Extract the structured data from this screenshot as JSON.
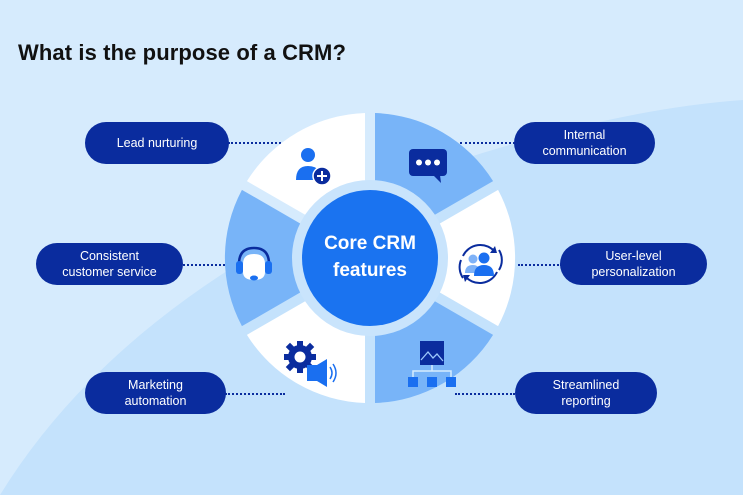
{
  "title": "What is the purpose of a CRM?",
  "center": {
    "label_line1": "Core CRM",
    "label_line2": "features"
  },
  "colors": {
    "background": "#d6ebfd",
    "background_curve": "#c4e2fc",
    "pill": "#0a2c9e",
    "segment_white": "#ffffff",
    "segment_blue": "#78b4f8",
    "inner_ring": "#c9e4fc",
    "center": "#1a73f0",
    "icon_dark": "#0a2c9e",
    "icon_blue": "#1a6ff0"
  },
  "features": [
    {
      "id": "lead-nurturing",
      "label": "Lead nurturing",
      "icon": "add-user-icon",
      "side": "left"
    },
    {
      "id": "internal-communication",
      "label": "Internal\ncommunication",
      "icon": "chat-bubble-icon",
      "side": "right"
    },
    {
      "id": "consistent-customer-service",
      "label": "Consistent\ncustomer service",
      "icon": "headset-icon",
      "side": "left"
    },
    {
      "id": "user-level-personalization",
      "label": "User-level\npersonalization",
      "icon": "users-sync-icon",
      "side": "right"
    },
    {
      "id": "marketing-automation",
      "label": "Marketing\nautomation",
      "icon": "gear-megaphone-icon",
      "side": "left"
    },
    {
      "id": "streamlined-reporting",
      "label": "Streamlined\nreporting",
      "icon": "report-hierarchy-icon",
      "side": "right"
    }
  ]
}
